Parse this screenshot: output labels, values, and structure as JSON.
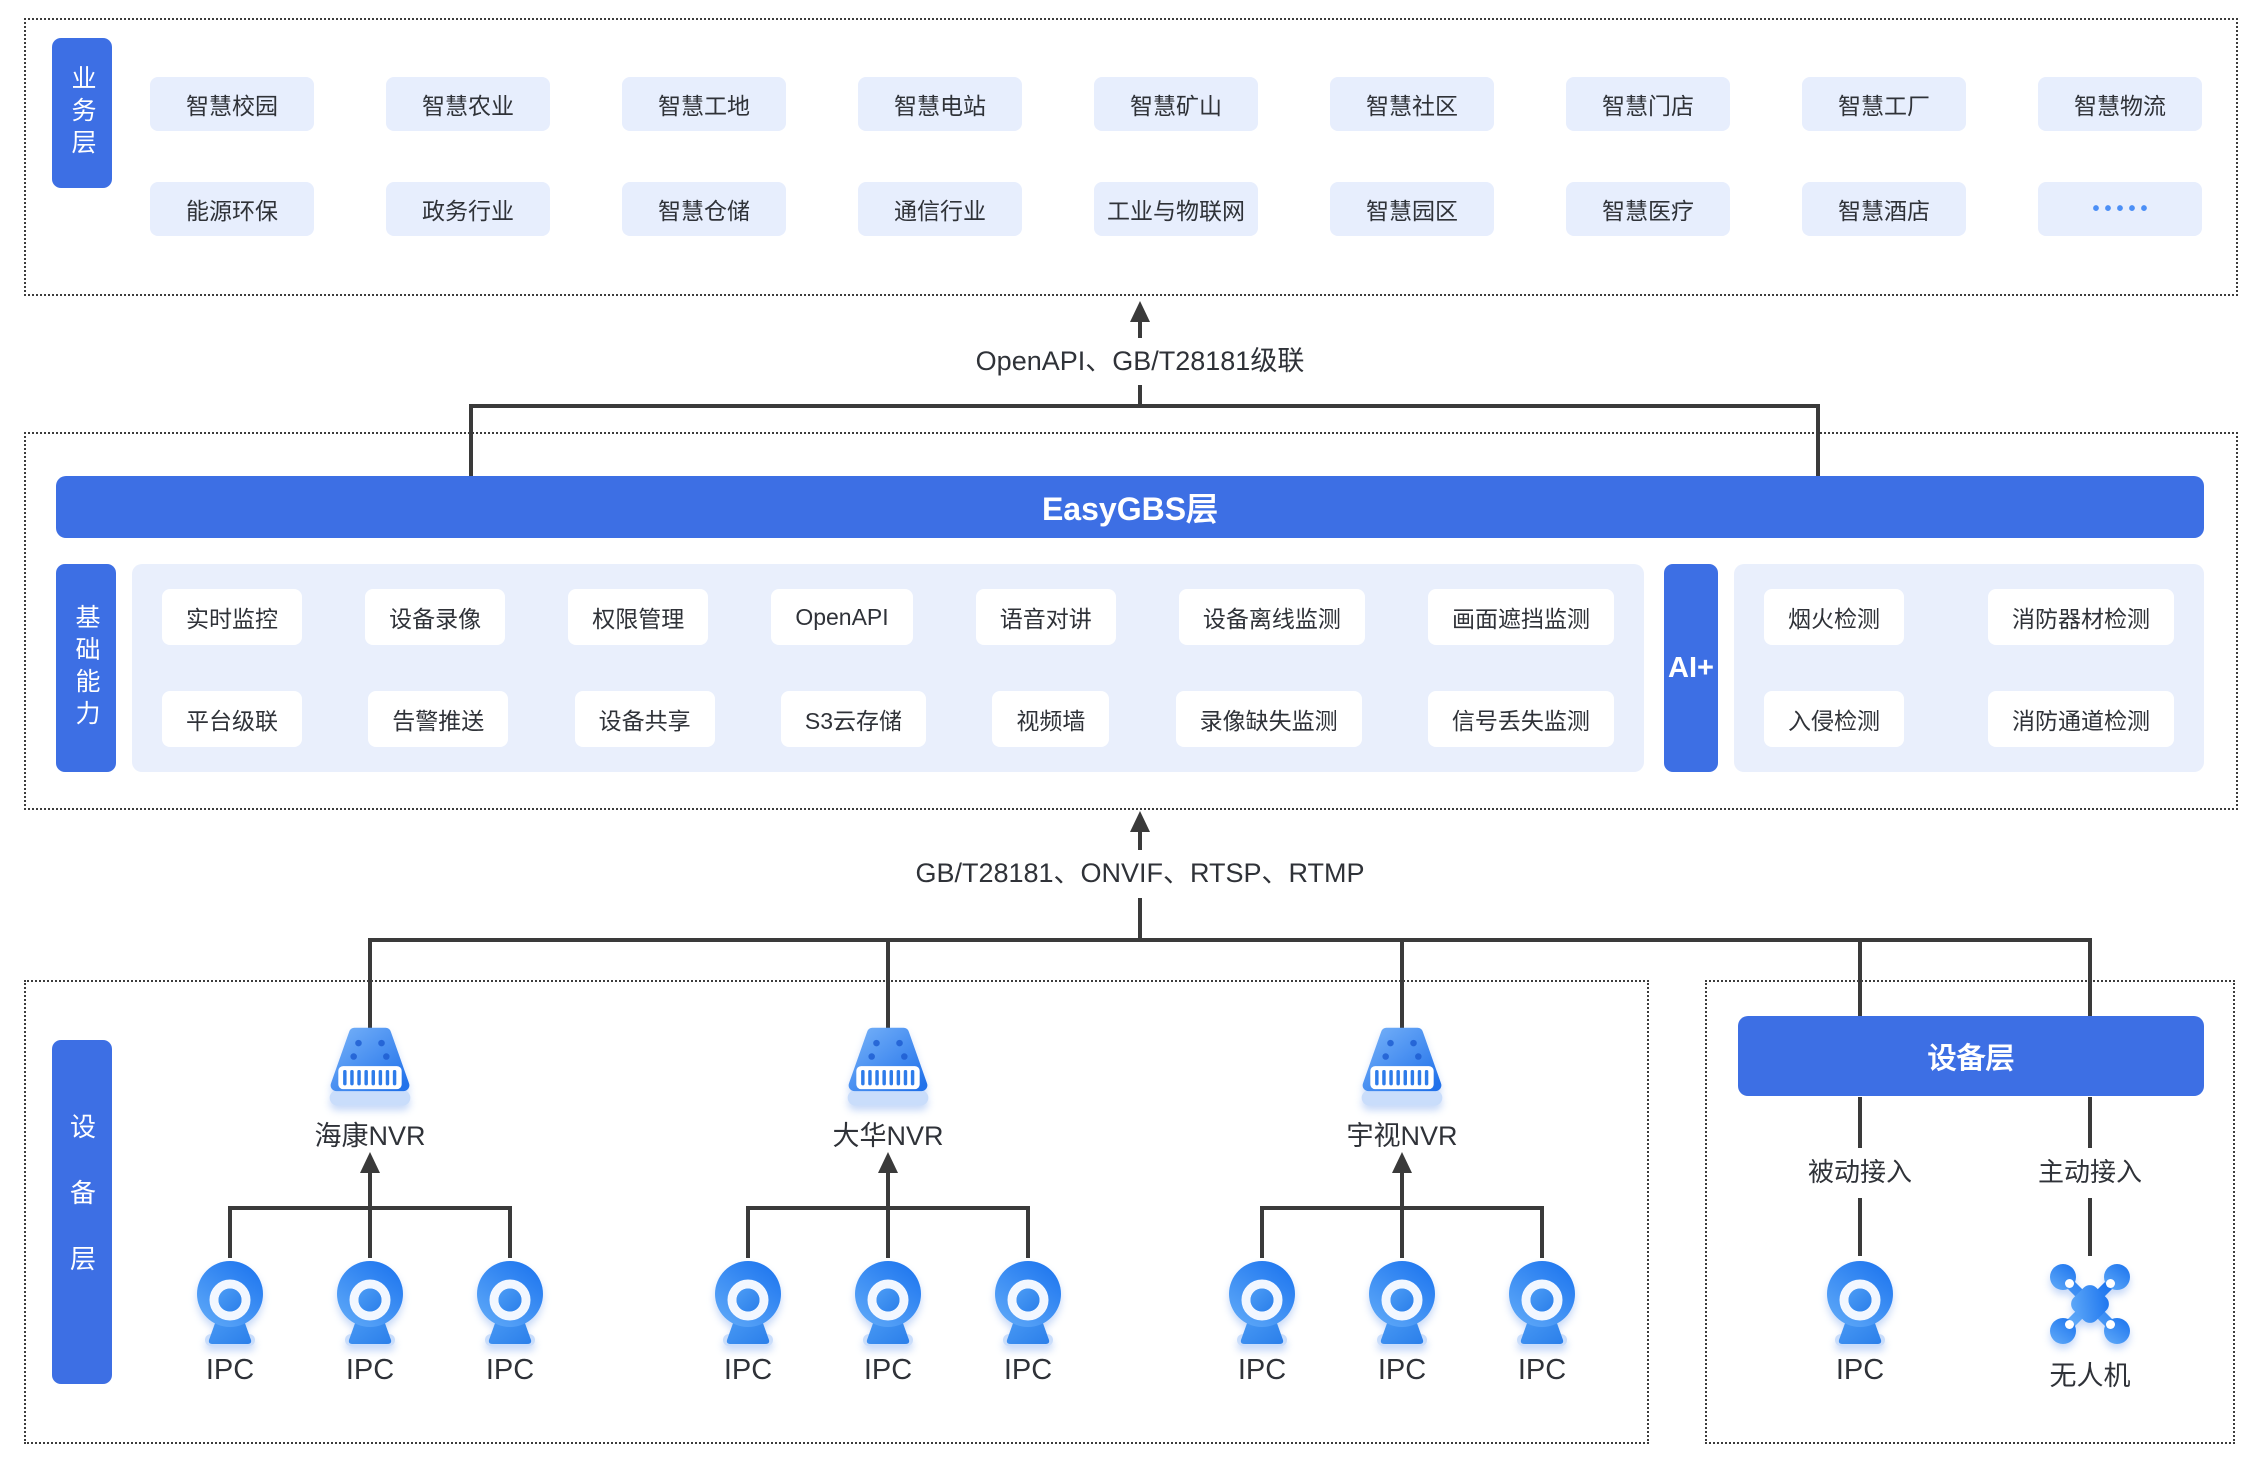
{
  "palette": {
    "brand_blue": "#3D6FE4",
    "chip_bg": "#E7EEFD",
    "panel_bg": "#E9EFFC",
    "text_dark": "#2F3238",
    "line_color": "#3A3A3A",
    "dots_accent": "#4C8FF6"
  },
  "business_layer": {
    "label": "业务层",
    "row1": [
      "智慧校园",
      "智慧农业",
      "智慧工地",
      "智慧电站",
      "智慧矿山",
      "智慧社区",
      "智慧门店",
      "智慧工厂",
      "智慧物流"
    ],
    "row2": [
      "能源环保",
      "政务行业",
      "智慧仓储",
      "通信行业",
      "工业与物联网",
      "智慧园区",
      "智慧医疗",
      "智慧酒店"
    ],
    "more_dots": "•••••"
  },
  "top_connector": {
    "label": "OpenAPI、GB/T28181级联"
  },
  "platform_layer": {
    "title": "EasyGBS层",
    "base_capability_label": "基础能力",
    "base_row1": [
      "实时监控",
      "设备录像",
      "权限管理",
      "OpenAPI",
      "语音对讲",
      "设备离线监测",
      "画面遮挡监测"
    ],
    "base_row2": [
      "平台级联",
      "告警推送",
      "设备共享",
      "S3云存储",
      "视频墙",
      "录像缺失监测",
      "信号丢失监测"
    ],
    "ai_label": "AI+",
    "ai_row1": [
      "烟火检测",
      "消防器材检测"
    ],
    "ai_row2": [
      "入侵检测",
      "消防通道检测"
    ]
  },
  "bottom_connector": {
    "label": "GB/T28181、ONVIF、RTSP、RTMP"
  },
  "device_layer": {
    "label": "设备层",
    "nvr_groups": [
      {
        "name": "海康NVR",
        "cameras": [
          "IPC",
          "IPC",
          "IPC"
        ]
      },
      {
        "name": "大华NVR",
        "cameras": [
          "IPC",
          "IPC",
          "IPC"
        ]
      },
      {
        "name": "宇视NVR",
        "cameras": [
          "IPC",
          "IPC",
          "IPC"
        ]
      }
    ]
  },
  "direct_access": {
    "title": "设备层",
    "columns": [
      {
        "mode": "被动接入",
        "device": "IPC"
      },
      {
        "mode": "主动接入",
        "device": "无人机"
      }
    ]
  }
}
